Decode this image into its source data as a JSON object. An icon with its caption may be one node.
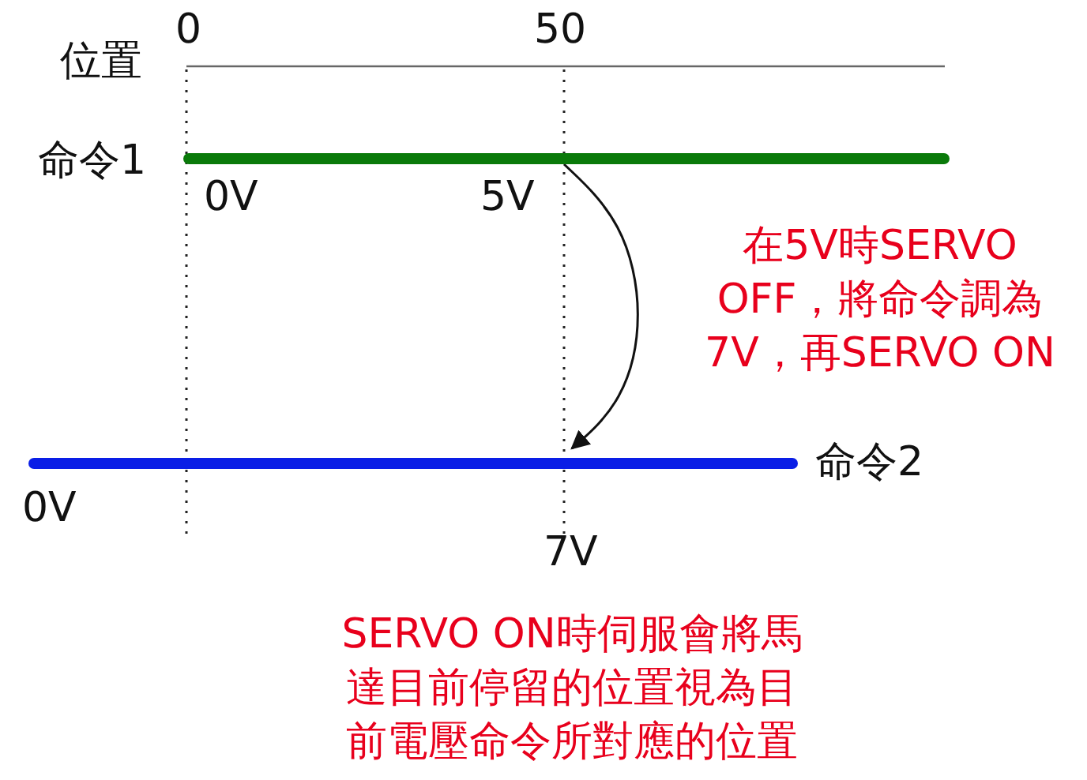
{
  "diagram": {
    "nodes": [
      {
        "text": [],
        "shape": "bar",
        "beside": [
          "命令1"
        ]
      },
      {
        "text": [],
        "shape": "bar",
        "beside": [
          "命令2"
        ]
      }
    ],
    "edges": [
      {
        "from": 0,
        "to": 1,
        "arrow": "to"
      }
    ],
    "labels": [
      "位置",
      "0",
      "50",
      "0V",
      "5V",
      "在5V時SERVO OFF，將命令調為7V，再SERVO ON",
      "0V",
      "7V",
      "SERVO ON時伺服會將馬達目前停留的位置視為目前電壓命令所對應的位置"
    ]
  }
}
